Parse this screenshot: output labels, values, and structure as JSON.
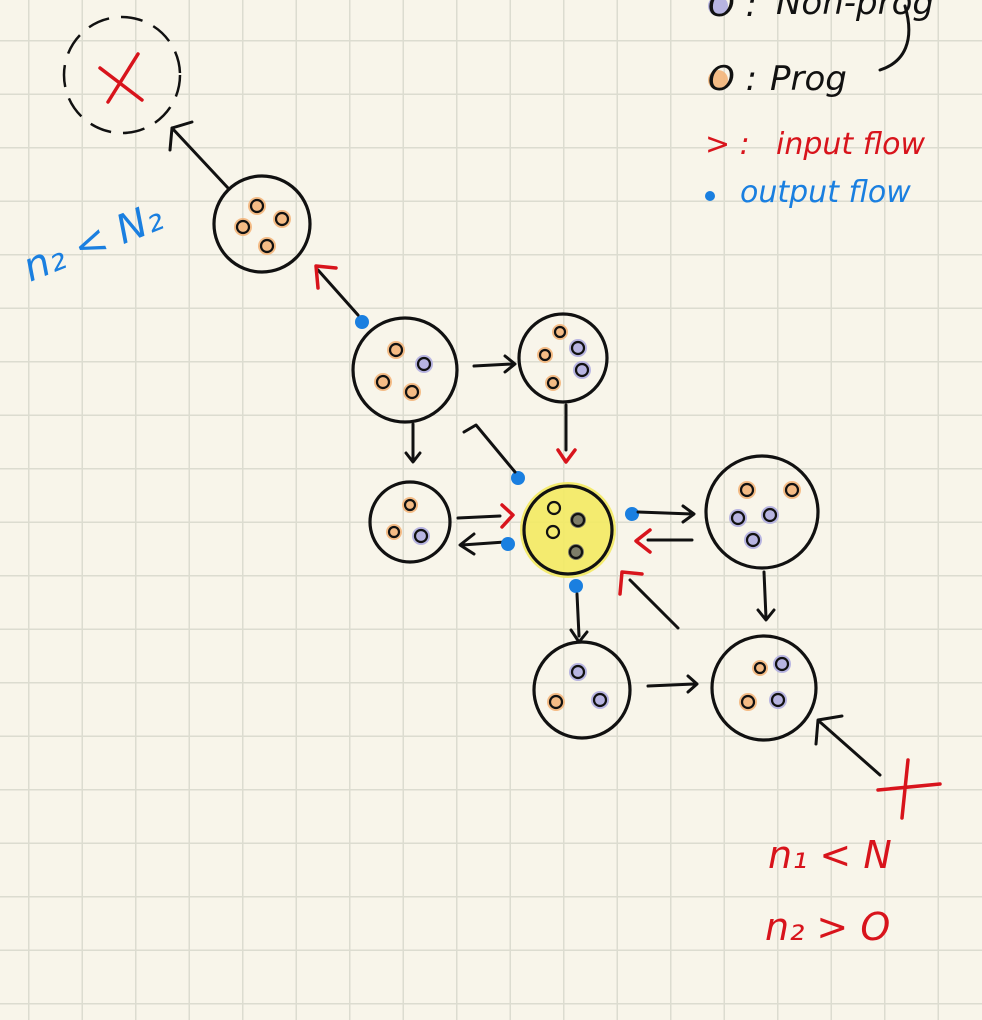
{
  "legend": {
    "non_prog": "Non-prog",
    "prog": "Prog",
    "input_flow": "input flow",
    "output_flow": "output flow",
    "non_prog_symbol": "O :",
    "prog_symbol": "O :",
    "input_symbol": "> :",
    "output_symbol": "• :"
  },
  "annotations": {
    "top_condition": "n₂ < N₂",
    "bottom_condition_1": "n₁ < N",
    "bottom_condition_2": "n₂ > O"
  },
  "colors": {
    "prog": "#f3b57a",
    "non_prog": "#b3b0e0",
    "input_flow": "#d8141c",
    "output_flow": "#1a7fe0",
    "highlight": "#f3ea62",
    "ink": "#111111"
  }
}
